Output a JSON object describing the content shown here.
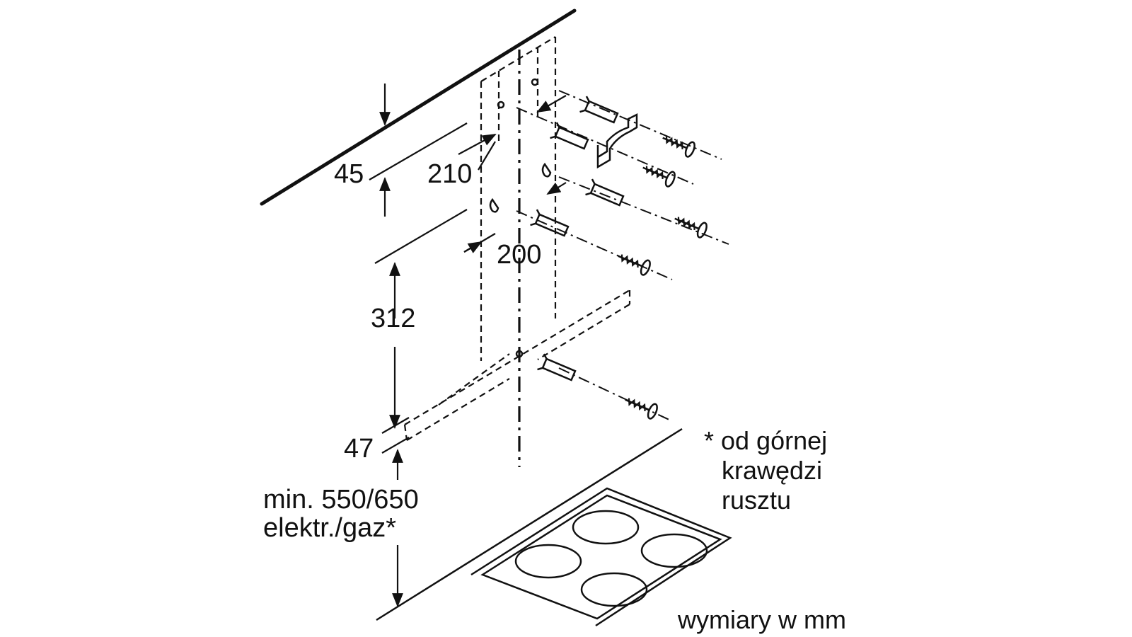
{
  "dimensions": {
    "d45": "45",
    "d210": "210",
    "d200": "200",
    "d312": "312",
    "d47": "47",
    "min_line1": "min. 550/650",
    "min_line2": "elektr./gaz*"
  },
  "footnote": {
    "line1": "* od górnej",
    "line2": "krawędzi",
    "line3": "rusztu"
  },
  "units_label": "wymiary w mm"
}
